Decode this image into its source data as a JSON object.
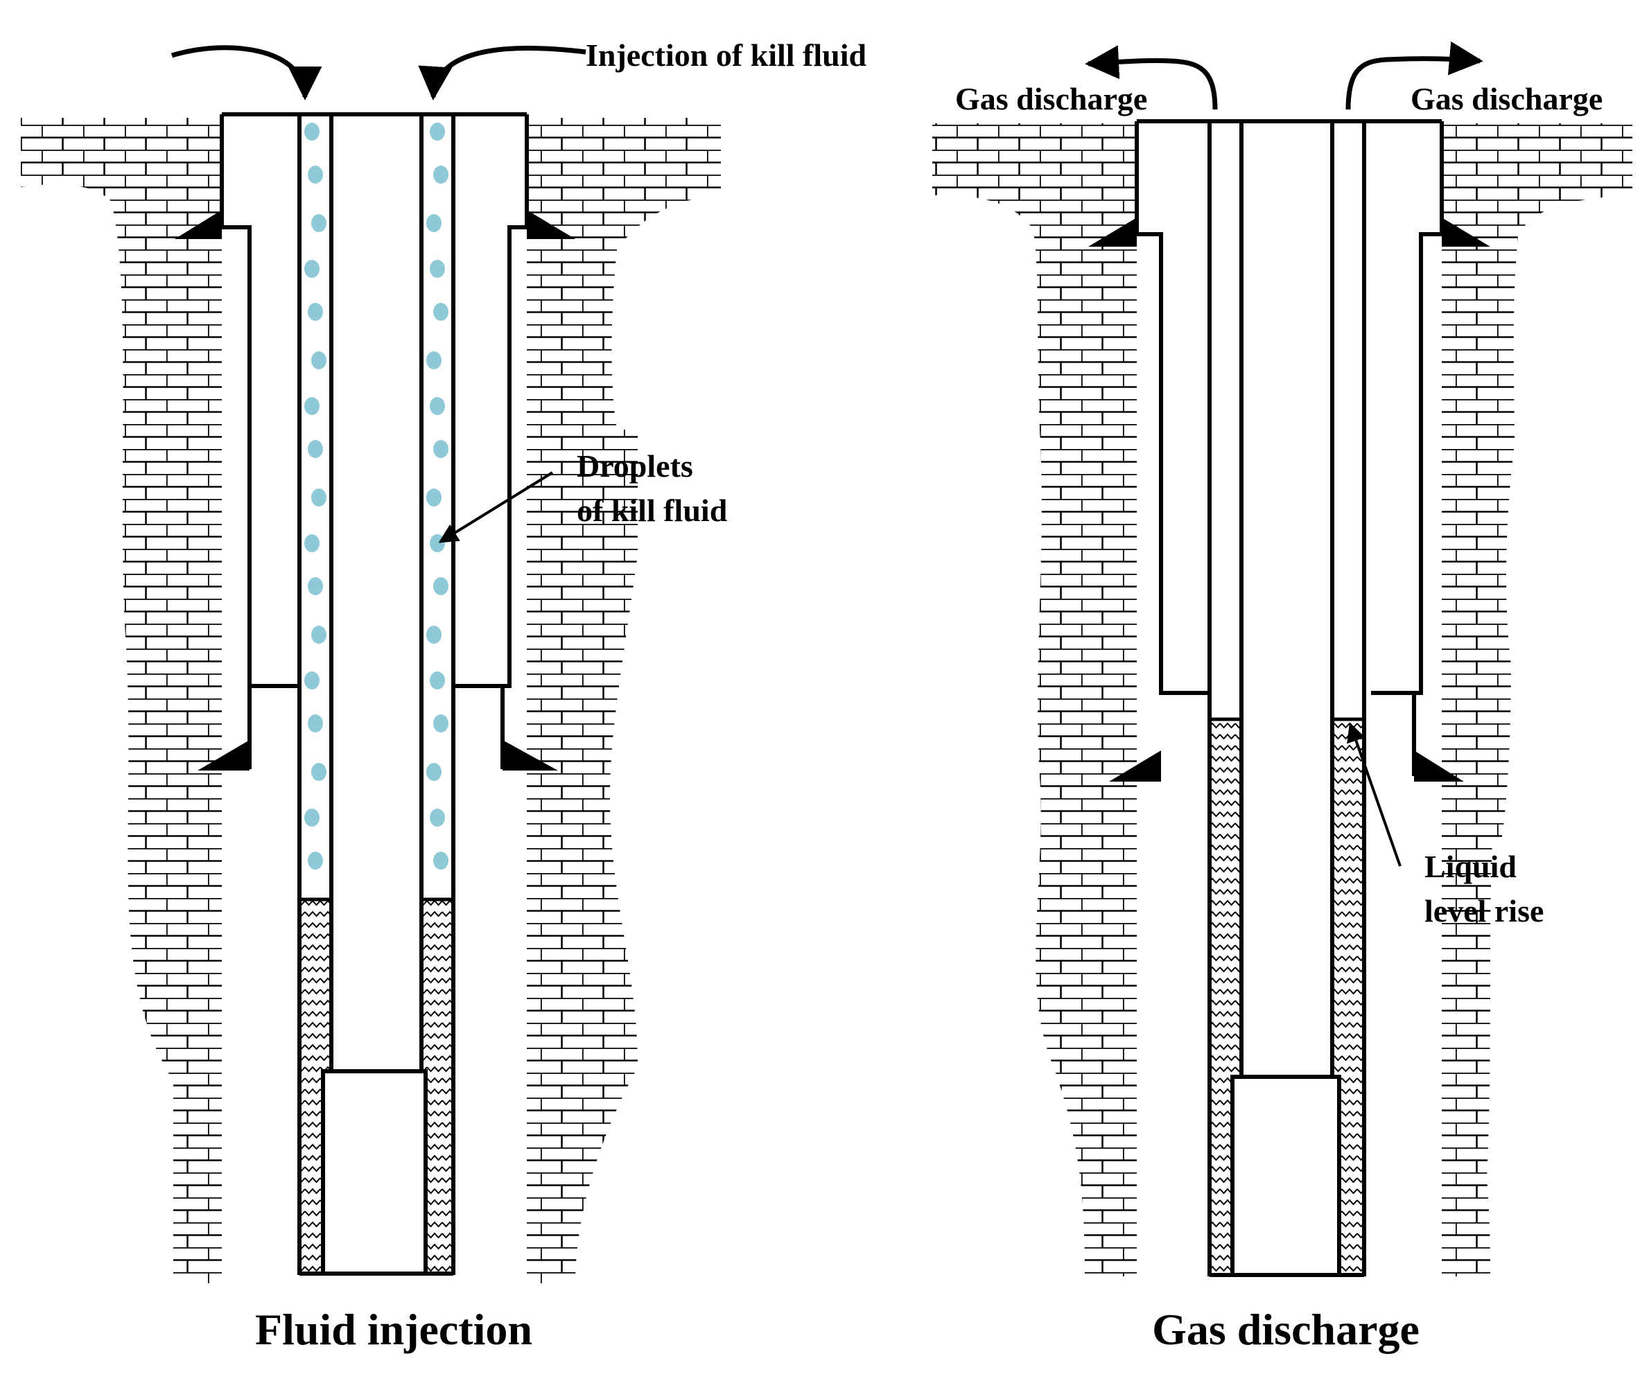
{
  "panels": [
    {
      "id": "fluid-injection",
      "title": "Fluid injection",
      "labels": {
        "injection": "Injection of kill fluid",
        "droplets_line1": "Droplets",
        "droplets_line2": "of kill fluid"
      }
    },
    {
      "id": "gas-discharge",
      "title": "Gas discharge",
      "labels": {
        "discharge_left": "Gas discharge",
        "discharge_right": "Gas discharge",
        "level_line1": "Liquid",
        "level_line2": "level rise"
      }
    }
  ],
  "colors": {
    "line": "#000000",
    "background": "#ffffff",
    "droplet": "#8fc9d8"
  },
  "patterns": {
    "formation": "brick-hatch",
    "settled_fluid": "zigzag-hatch"
  }
}
